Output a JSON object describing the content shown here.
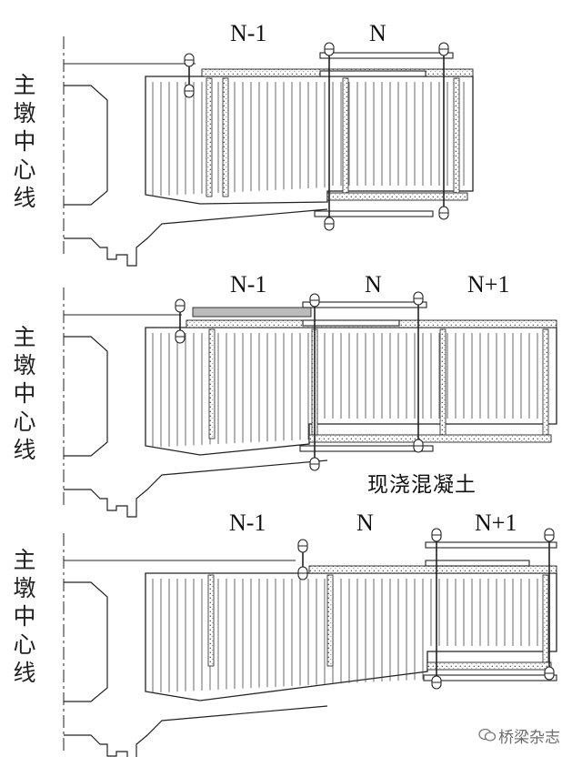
{
  "panels": [
    {
      "axis_label": [
        "主",
        "墩",
        "中",
        "心",
        "线"
      ],
      "segments": [
        "N-1",
        "N"
      ]
    },
    {
      "axis_label": [
        "主",
        "墩",
        "中",
        "心",
        "线"
      ],
      "segments": [
        "N-1",
        "N",
        "N+1"
      ],
      "callout": "现浇混凝土"
    },
    {
      "axis_label": [
        "主",
        "墩",
        "中",
        "心",
        "线"
      ],
      "segments": [
        "N-1",
        "N",
        "N+1"
      ]
    }
  ],
  "watermark": {
    "text": "桥梁杂志",
    "icon": "wechat-logo-icon"
  }
}
